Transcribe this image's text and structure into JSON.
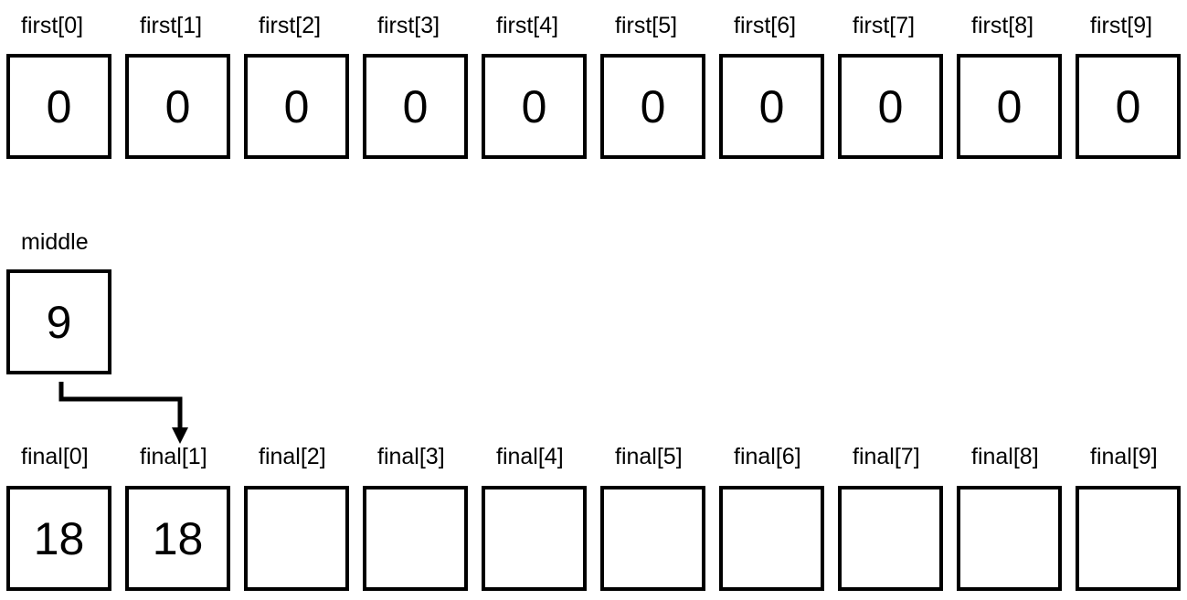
{
  "first": {
    "labels": [
      "first[0]",
      "first[1]",
      "first[2]",
      "first[3]",
      "first[4]",
      "first[5]",
      "first[6]",
      "first[7]",
      "first[8]",
      "first[9]"
    ],
    "values": [
      "0",
      "0",
      "0",
      "0",
      "0",
      "0",
      "0",
      "0",
      "0",
      "0"
    ]
  },
  "middle": {
    "label": "middle",
    "value": "9"
  },
  "final": {
    "labels": [
      "final[0]",
      "final[1]",
      "final[2]",
      "final[3]",
      "final[4]",
      "final[5]",
      "final[6]",
      "final[7]",
      "final[8]",
      "final[9]"
    ],
    "values": [
      "18",
      "18",
      "",
      "",
      "",
      "",
      "",
      "",
      "",
      ""
    ]
  },
  "colors": {
    "stroke": "#000000",
    "background": "#ffffff"
  }
}
